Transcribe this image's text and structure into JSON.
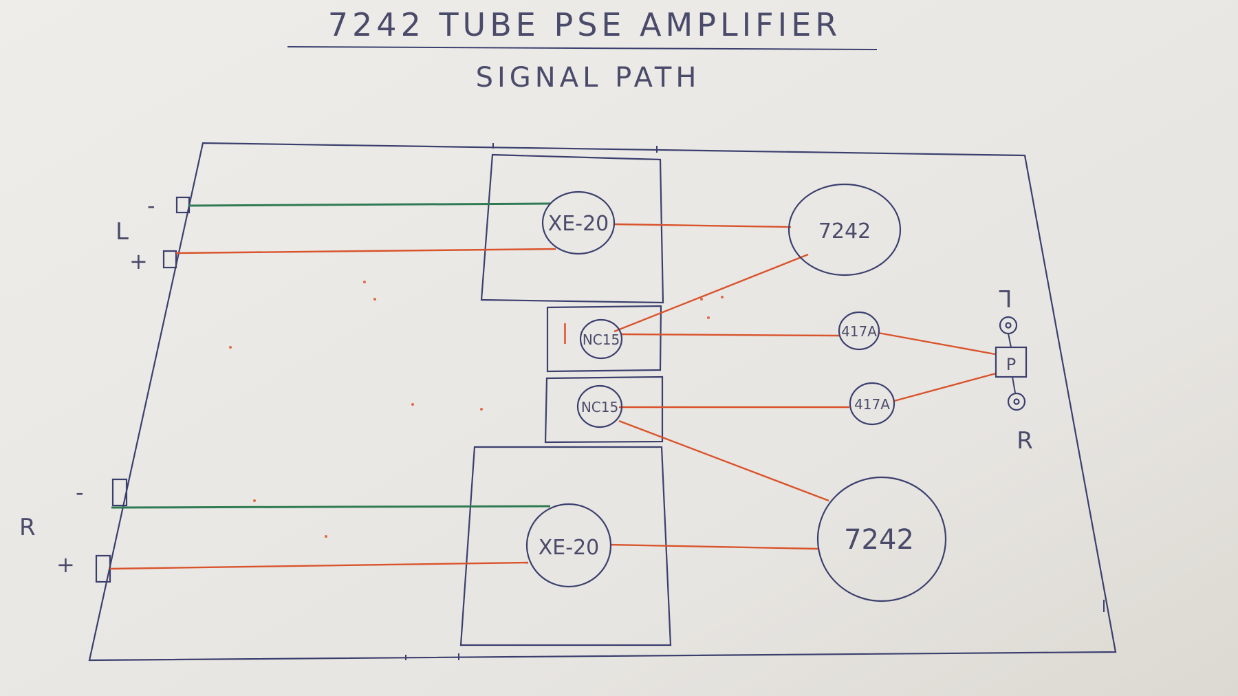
{
  "title": "7242 TUBE PSE AMPLIFIER",
  "subtitle": "SIGNAL PATH",
  "inputs": {
    "left": {
      "channel": "L",
      "minus": "-",
      "plus": "+"
    },
    "right": {
      "channel": "R",
      "minus": "-",
      "plus": "+"
    }
  },
  "tubes": {
    "xe20_top": "XE-20",
    "xe20_bottom": "XE-20",
    "power_top": "7242",
    "power_bottom": "7242",
    "nc15_top": "NC15",
    "nc15_bottom": "NC15",
    "t417a_top": "417A",
    "t417a_bottom": "417A"
  },
  "pot": {
    "label": "P",
    "left_label": "L",
    "right_label": "R"
  },
  "colors": {
    "ink": "#3b3f6e",
    "signal_wire": "#d9532c",
    "ground_wire": "#2f7a52",
    "paper": "#f1f0ed"
  }
}
